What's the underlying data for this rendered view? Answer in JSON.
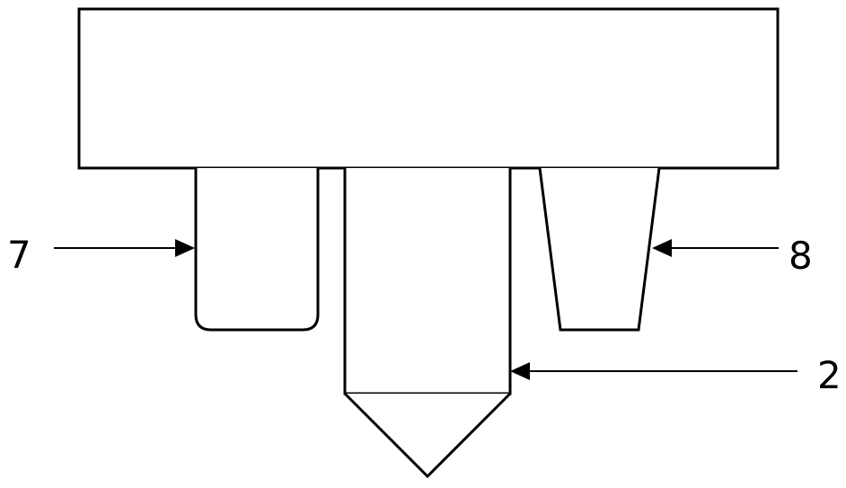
{
  "labels": {
    "part_7": "7",
    "part_8": "8",
    "part_2": "2"
  },
  "colors": {
    "stroke": "#000000",
    "background": "#ffffff"
  }
}
